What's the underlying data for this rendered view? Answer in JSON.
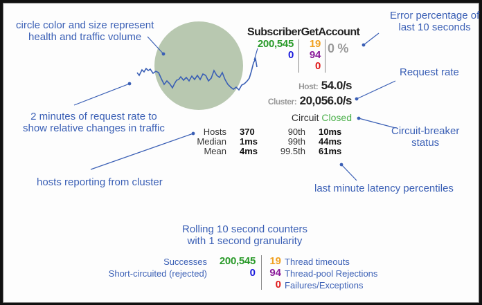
{
  "annotations": {
    "circle_note": [
      "circle color and size represent",
      "health and traffic volume"
    ],
    "sparkline_note": [
      "2 minutes of request rate to",
      "show relative changes in traffic"
    ],
    "hosts_note": "hosts reporting from cluster",
    "error_note": [
      "Error percentage of",
      "last 10 seconds"
    ],
    "rate_note": "Request rate",
    "circuit_note": [
      "Circuit-breaker",
      "status"
    ],
    "latency_note": "last minute latency percentiles",
    "rolling_note": [
      "Rolling 10 second counters",
      "with 1 second granularity"
    ]
  },
  "command": {
    "name": "SubscriberGetAccount",
    "successes": "200,545",
    "short_circuited": "0",
    "thread_timeouts": "19",
    "thread_pool_rejections": "94",
    "failures": "0",
    "error_percentage": "0 %",
    "host_label": "Host:",
    "host_rate": "54.0/s",
    "cluster_label": "Cluster:",
    "cluster_rate": "20,056.0/s",
    "circuit_label": "Circuit",
    "circuit_status": "Closed"
  },
  "stats": {
    "rows": [
      {
        "label": "Hosts",
        "value": "370",
        "pct_label": "90th",
        "pct_value": "10ms"
      },
      {
        "label": "Median",
        "value": "1ms",
        "pct_label": "99th",
        "pct_value": "44ms"
      },
      {
        "label": "Mean",
        "value": "4ms",
        "pct_label": "99.5th",
        "pct_value": "61ms"
      }
    ]
  },
  "legend": {
    "successes_label": "Successes",
    "successes_value": "200,545",
    "short_label": "Short-circuited (rejected)",
    "short_value": "0",
    "timeouts_value": "19",
    "timeouts_label": "Thread timeouts",
    "rejections_value": "94",
    "rejections_label": "Thread-pool Rejections",
    "failures_value": "0",
    "failures_label": "Failures/Exceptions"
  },
  "colors": {
    "success": "#2a9a2a",
    "short_circuited": "#1a1adc",
    "timeout": "#f0a020",
    "rejection": "#8a1a9a",
    "failure": "#e01a1a",
    "circuit_closed": "#4ab04a",
    "annotation": "#3a5fb5",
    "circle": "#b8c8b0"
  }
}
